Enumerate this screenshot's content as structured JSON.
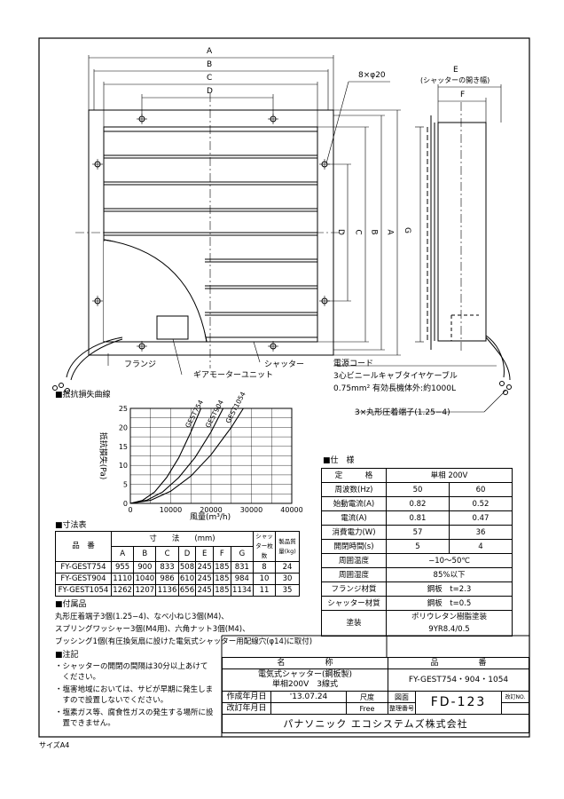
{
  "drawing": {
    "dim_letters": [
      "A",
      "B",
      "C",
      "D",
      "E",
      "F",
      "G"
    ],
    "dim_label_vertical": [
      "D",
      "C",
      "B",
      "A"
    ],
    "hole_note": "8×φ20",
    "shutter_open_note": "(シャッターの開き幅)",
    "callouts": {
      "flange": "フランジ",
      "gear_motor": "ギアモーターユニット",
      "shutter": "シャッター",
      "cord_title": "電源コード",
      "cord_line1": "3心ビニールキャブタイヤケーブル",
      "cord_line2": "0.75mm² 有効長機体外:約1000L",
      "terminal": "3×丸形圧着端子(1.25−4)"
    }
  },
  "resistance": {
    "section_title": "■抵抗損失曲線",
    "ylabel": "抵抗損失(Pa)",
    "xlabel": "風量(m³/h)"
  },
  "chart_data": {
    "type": "line",
    "xlabel": "風量(m³/h)",
    "ylabel": "抵抗損失(Pa)",
    "xlim": [
      0,
      40000
    ],
    "ylim": [
      0,
      25
    ],
    "x_ticks": [
      0,
      10000,
      20000,
      30000,
      40000
    ],
    "y_ticks": [
      0,
      5,
      10,
      15,
      20,
      25
    ],
    "grid": true,
    "series": [
      {
        "name": "GEST754",
        "x": [
          0,
          3000,
          6000,
          9000,
          12000,
          15000,
          17500
        ],
        "y": [
          0,
          0.8,
          3.0,
          6.8,
          12.0,
          18.8,
          25
        ]
      },
      {
        "name": "GEST904",
        "x": [
          0,
          4000,
          8000,
          12000,
          16000,
          20000,
          23000
        ],
        "y": [
          0,
          0.8,
          3.0,
          6.8,
          12.0,
          18.8,
          25
        ]
      },
      {
        "name": "GEST1054",
        "x": [
          0,
          5000,
          10000,
          15000,
          20000,
          25000,
          28000
        ],
        "y": [
          0,
          0.8,
          3.2,
          7.2,
          12.8,
          20.0,
          25
        ]
      }
    ]
  },
  "spec": {
    "section_title": "■仕　様",
    "rows": [
      [
        "定　　　格",
        "単相 200V"
      ],
      [
        "周波数(Hz)",
        "50",
        "60"
      ],
      [
        "始動電流(A)",
        "0.82",
        "0.52"
      ],
      [
        "電流(A)",
        "0.81",
        "0.47"
      ],
      [
        "消費電力(W)",
        "57",
        "36"
      ],
      [
        "開閉時間(s)",
        "5",
        "4"
      ],
      [
        "周囲温度",
        "−10〜50℃"
      ],
      [
        "周囲湿度",
        "85%以下"
      ],
      [
        "フランジ材質",
        "鋼板　t=2.3"
      ],
      [
        "シャッター材質",
        "鋼板　t=0.5"
      ],
      [
        "塗装",
        "ポリウレタン樹脂塗装",
        "9YR8.4/0.5"
      ]
    ]
  },
  "dims": {
    "section_title": "■寸法表",
    "h_hinban": "品　番",
    "h_sunpo": "寸　　法　　(mm)",
    "h_count": "シャッター枚数",
    "h_mass": "製品質量(kg)",
    "cols": [
      "A",
      "B",
      "C",
      "D",
      "E",
      "F",
      "G"
    ],
    "rows": [
      [
        "FY-GEST754",
        "955",
        "900",
        "833",
        "508",
        "245",
        "185",
        "831",
        "8",
        "24"
      ],
      [
        "FY-GEST904",
        "1110",
        "1040",
        "986",
        "610",
        "245",
        "185",
        "984",
        "10",
        "30"
      ],
      [
        "FY-GEST1054",
        "1262",
        "1207",
        "1136",
        "656",
        "245",
        "185",
        "1134",
        "11",
        "35"
      ]
    ]
  },
  "accessories": {
    "section_title": "■付属品",
    "lines": [
      "丸形圧着端子3個(1.25−4)、なべ小ねじ3個(M4)、",
      "スプリングワッシャー3個(M4用)、六角ナット3個(M4)、",
      "ブッシング1個(有圧換気扇に設けた電気式シャッター用配線穴(φ14)に取付)"
    ]
  },
  "notes": {
    "section_title": "■注記",
    "lines": [
      "・シャッターの開閉の間隔は30分以上あけて",
      "　ください。",
      "・塩害地域においては、サビが早期に発生しま",
      "　すので設置しないでください。",
      "・塩素ガス等、腐食性ガスの発生する場所に設",
      "　置できません。"
    ]
  },
  "title_block": {
    "h_name": "名　　　　　称",
    "h_code": "品　　　　　番",
    "name1": "電気式シャッター(鋼板製)",
    "name2": "単相200V　3線式",
    "code": "FY-GEST754・904・1054",
    "created_label": "作成年月日",
    "created_date": "'13.07.24",
    "scale_label": "尺度",
    "scale_value": "Free",
    "revised_label": "改訂年月日",
    "drawing_label": "図面",
    "mgmt_label": "整理番号",
    "drawing_no": "FD-123",
    "rev_label": "改訂NO.",
    "company": "パナソニック エコシステムズ株式会社",
    "size": "サイズA4"
  }
}
